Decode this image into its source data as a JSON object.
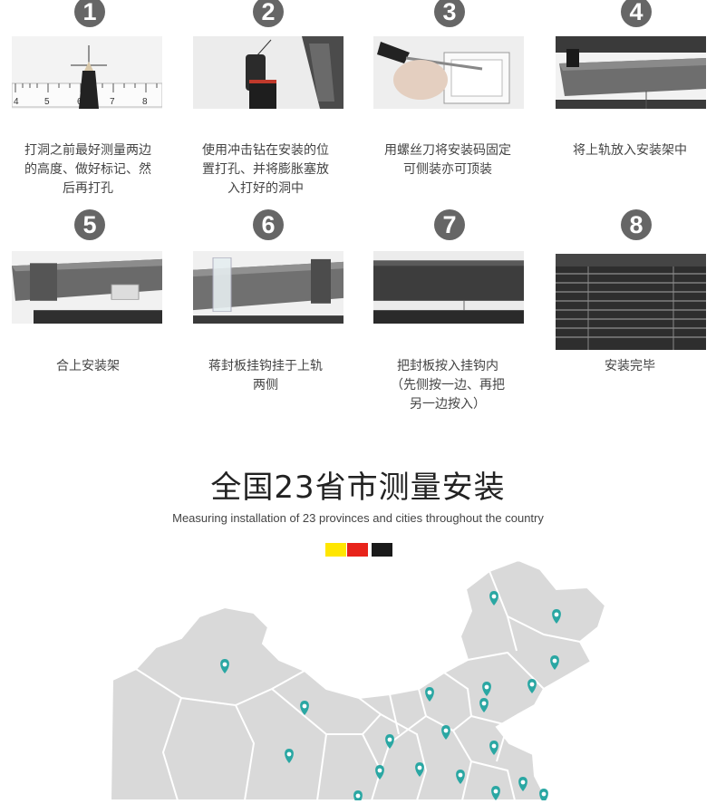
{
  "steps": [
    {
      "number": "1",
      "caption": "打洞之前最好测量两边\n的高度、做好标记、然\n后再打孔",
      "ruler_labels": [
        "4",
        "5",
        "6",
        "7",
        "8"
      ]
    },
    {
      "number": "2",
      "caption": "使用冲击钻在安装的位\n置打孔、并将膨胀塞放\n入打好的洞中"
    },
    {
      "number": "3",
      "caption": "用螺丝刀将安装码固定\n可侧装亦可顶装"
    },
    {
      "number": "4",
      "caption": "将上轨放入安装架中"
    },
    {
      "number": "5",
      "caption": "合上安装架"
    },
    {
      "number": "6",
      "caption": "蒋封板挂钩挂于上轨\n两侧"
    },
    {
      "number": "7",
      "caption": "把封板按入挂钩内\n（先侧按一边、再把\n另一边按入）"
    },
    {
      "number": "8",
      "caption": "安装完毕"
    }
  ],
  "section": {
    "title": "全国23省市测量安装",
    "subtitle": "Measuring installation of 23 provinces and cities throughout the country",
    "colors": [
      "#ffe600",
      "#e8231a",
      "#1a1a1a"
    ]
  },
  "map": {
    "fill": "#d9d9d9",
    "border": "#ffffff",
    "pin_color": "#2aa7a3",
    "pin_icon": "location-pin-icon",
    "pin_count": 20
  }
}
